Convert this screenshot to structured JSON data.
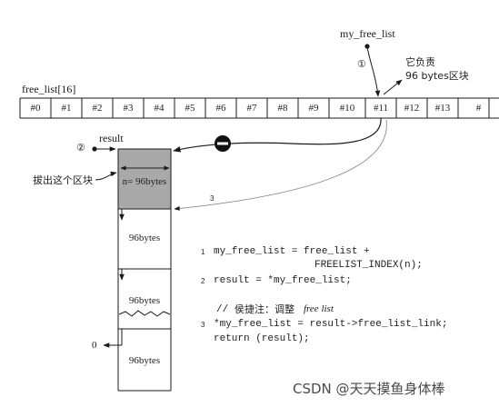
{
  "top_pointer": {
    "label": "my_free_list",
    "marker": "①"
  },
  "annotation_96": {
    "line1": "它负责",
    "line2": "96 bytes区块"
  },
  "array": {
    "label": "free_list[16]",
    "cells": [
      "#0",
      "#1",
      "#2",
      "#3",
      "#4",
      "#5",
      "#6",
      "#7",
      "#8",
      "#9",
      "#10",
      "#11",
      "#12",
      "#13",
      "#"
    ]
  },
  "result_pointer": {
    "label": "result",
    "marker": "②"
  },
  "remove_note": "拔出这个区块",
  "remove_icon": "minus-circle-icon",
  "step_three_marker": "3",
  "chain_blocks": [
    {
      "label": "n= 96bytes",
      "highlighted": true
    },
    {
      "label": "96bytes"
    },
    {
      "label": "96bytes"
    },
    {
      "label": "96bytes"
    }
  ],
  "null_label": "0",
  "code": {
    "line1_num": "1",
    "line1": "my_free_list = free_list +",
    "line2": "FREELIST_INDEX(n);",
    "line3_num": "2",
    "line3": "result = *my_free_list;",
    "comment_prefix": "//",
    "comment_cn": "侯捷注：调整",
    "comment_em": "free list",
    "line5_num": "3",
    "line5": "*my_free_list = result->free_list_link;",
    "line6": "return (result);"
  },
  "watermark": "CSDN @天天摸鱼身体棒",
  "colors": {
    "ink": "#1a1a1a",
    "highlight_block": "#a9a9a9",
    "background": "#ffffff"
  }
}
